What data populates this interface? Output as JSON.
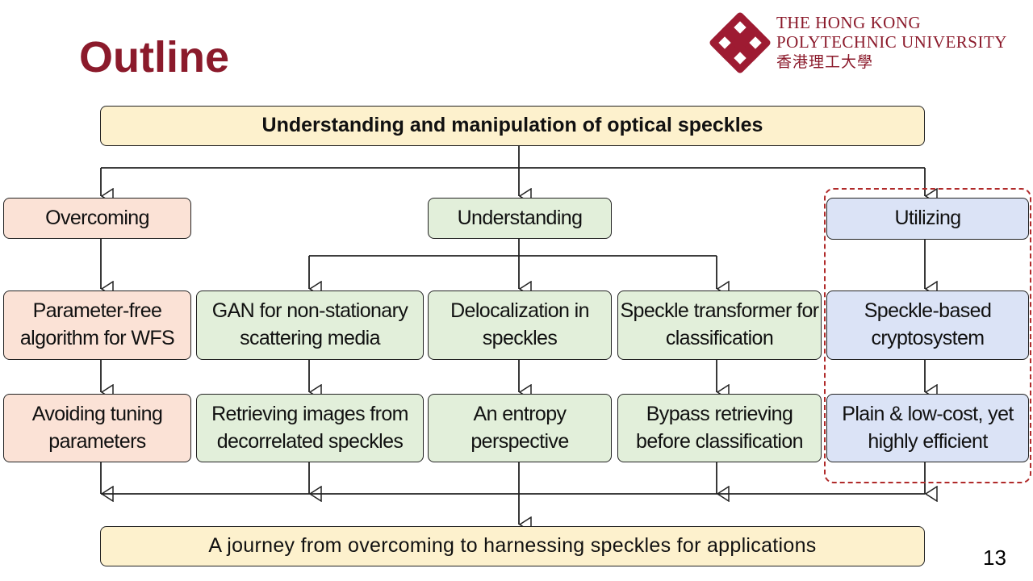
{
  "slide": {
    "title": "Outline",
    "page_number": "13"
  },
  "logo": {
    "line1": "THE HONG KONG",
    "line2": "POLYTECHNIC UNIVERSITY",
    "line3": "香港理工大學"
  },
  "diagram": {
    "top": "Understanding and manipulation of optical speckles",
    "bottom": "A journey from overcoming to harnessing speckles for applications",
    "categories": {
      "overcoming": "Overcoming",
      "understanding": "Understanding",
      "utilizing": "Utilizing"
    },
    "methods": {
      "wfs": "Parameter-free algorithm for WFS",
      "gan": "GAN for non-stationary scattering media",
      "delocalization": "Delocalization in speckles",
      "transformer": "Speckle transformer for classification",
      "crypto": "Speckle-based cryptosystem"
    },
    "outcomes": {
      "tuning": "Avoiding tuning parameters",
      "retrieving": "Retrieving images from decorrelated speckles",
      "entropy": "An entropy perspective",
      "bypass": "Bypass retrieving before classification",
      "plain": "Plain & low-cost, yet highly efficient"
    }
  },
  "colors": {
    "title": "#8b1a2b",
    "yellow": "#fdf1cd",
    "peach": "#fbe2d6",
    "green": "#e2efda",
    "blue": "#dbe3f6",
    "highlight_border": "#b02a2a"
  }
}
